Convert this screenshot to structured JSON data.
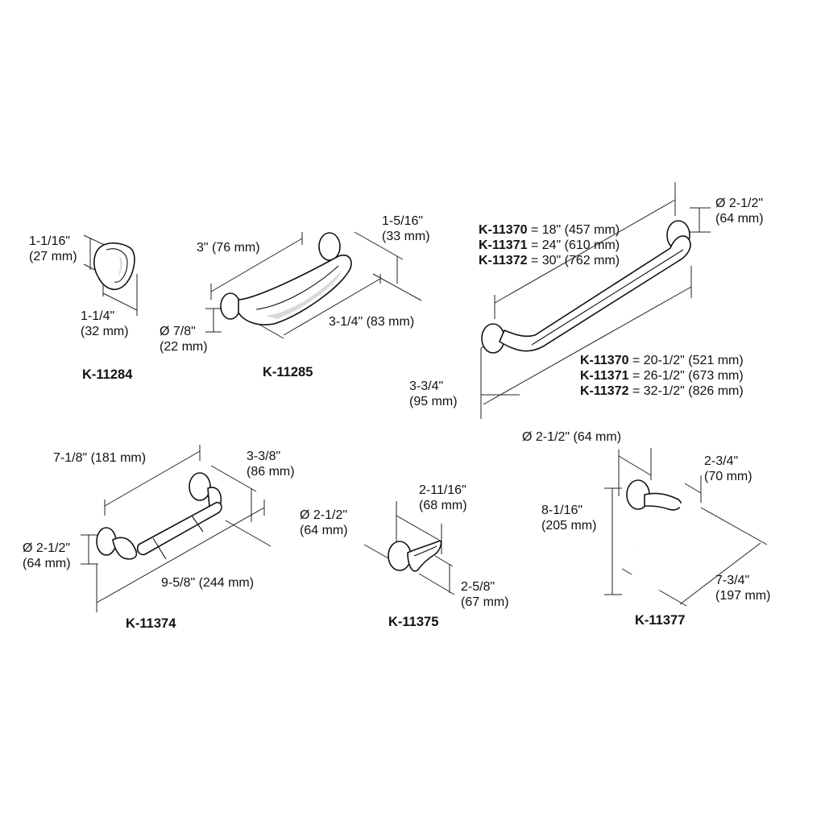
{
  "products": {
    "k11284": {
      "model": "K-11284",
      "height": "1-1/16\"",
      "height_mm": "(27 mm)",
      "depth": "1-1/4\"",
      "depth_mm": "(32 mm)"
    },
    "k11285": {
      "model": "K-11285",
      "length": "3\" (76 mm)",
      "height": "1-5/16\"",
      "height_mm": "(33 mm)",
      "dia": "Ø 7/8\"",
      "dia_mm": "(22 mm)",
      "proj": "3-1/4\" (83 mm)"
    },
    "k1137x": {
      "dia": "Ø 2-1/2\"",
      "dia_mm": "(64 mm)",
      "proj": "3-3/4\"",
      "proj_mm": "(95 mm)",
      "inner": [
        {
          "model": "K-11370",
          "value": "= 18\" (457 mm)"
        },
        {
          "model": "K-11371",
          "value": "= 24\" (610 mm)"
        },
        {
          "model": "K-11372",
          "value": "= 30\" (762 mm)"
        }
      ],
      "overall": [
        {
          "model": "K-11370",
          "value": "= 20-1/2\" (521 mm)"
        },
        {
          "model": "K-11371",
          "value": "= 26-1/2\" (673 mm)"
        },
        {
          "model": "K-11372",
          "value": "= 32-1/2\" (826 mm)"
        }
      ]
    },
    "k11374": {
      "model": "K-11374",
      "width": "7-1/8\" (181 mm)",
      "proj": "3-3/8\"",
      "proj_mm": "(86 mm)",
      "dia": "Ø 2-1/2\"",
      "dia_mm": "(64 mm)",
      "overall": "9-5/8\" (244 mm)"
    },
    "k11375": {
      "model": "K-11375",
      "dia": "Ø 2-1/2\"",
      "dia_mm": "(64 mm)",
      "height": "2-11/16\"",
      "height_mm": "(68 mm)",
      "proj": "2-5/8\"",
      "proj_mm": "(67 mm)"
    },
    "k11377": {
      "model": "K-11377",
      "dia": "Ø 2-1/2\" (64 mm)",
      "height": "8-1/16\"",
      "height_mm": "(205 mm)",
      "proj": "2-3/4\"",
      "proj_mm": "(70 mm)",
      "width": "7-3/4\"",
      "width_mm": "(197 mm)"
    }
  }
}
